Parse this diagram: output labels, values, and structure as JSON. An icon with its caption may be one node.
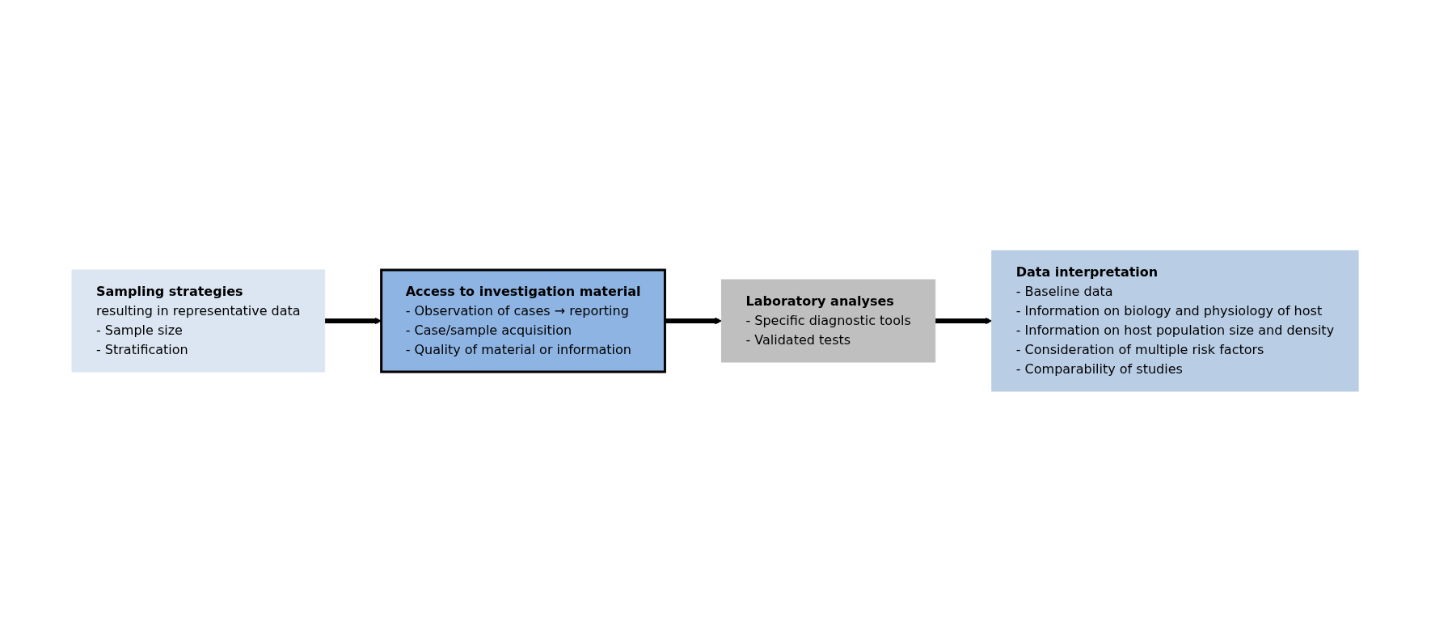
{
  "diagram": {
    "nodes": [
      {
        "text": [
          "Access to investigation material",
          "- Observation of cases → reporting",
          "- Case/sample acquisition",
          "- Quality of material or information"
        ]
      },
      {
        "text": [
          "Sampling strategies",
          "resulting in representative data",
          "- Sample size",
          "- Stratification"
        ]
      },
      {
        "text": [
          "Laboratory analyses",
          "- Specific diagnostic tools",
          "- Validated tests"
        ]
      },
      {
        "text": [
          "Data interpretation",
          "- Baseline data",
          "- Information on biology and physiology of host",
          "- Information on host population size and density",
          "- Consideration of multiple risk factors",
          "- Comparability of studies"
        ]
      }
    ],
    "edges": [
      {
        "from": 1,
        "to": 0,
        "arrow": "to"
      },
      {
        "from": 0,
        "to": 2,
        "arrow": "to"
      },
      {
        "from": 2,
        "to": 3,
        "arrow": "to"
      }
    ]
  }
}
